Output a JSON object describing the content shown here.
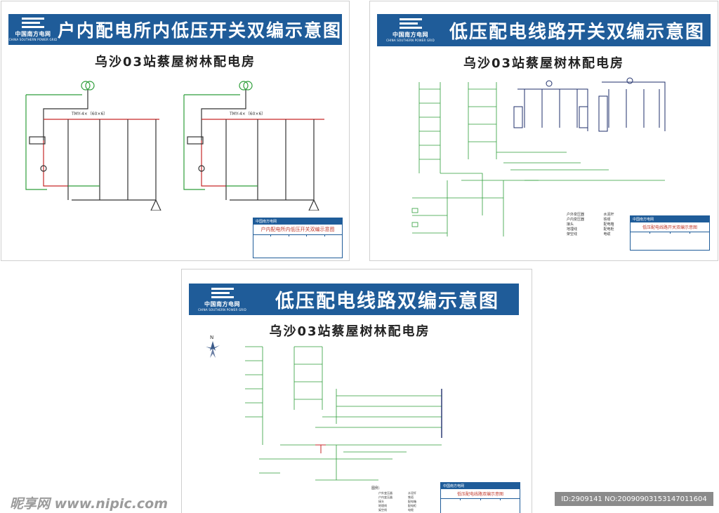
{
  "brand": {
    "name_cn": "中国南方电网",
    "name_en": "CHINA SOUTHERN POWER GRID"
  },
  "colors": {
    "banner": "#1f5c99",
    "green_line": "#2e9e3a",
    "red_line": "#c62828",
    "text": "#222222"
  },
  "panels": [
    {
      "title": "户内配电所内低压开关双编示意图",
      "subtitle": "乌沙03站蔡屋树林配电房",
      "busbar_label_1": "TMY-4×（60×6）",
      "busbar_label_2": "TMY-4×（60×6）",
      "legend_title": "户内配电所内低压开关双编示意图"
    },
    {
      "title": "低压配电线路开关双编示意图",
      "subtitle": "乌沙03站蔡屋树林配电房",
      "legend_title": "低压配电线路开关双编示意图",
      "legend_items": [
        "户外变压器",
        "户内变压器",
        "接头",
        "地埋线",
        "架空线",
        "水泥杆",
        "铁塔",
        "配电箱",
        "配电柜",
        "电缆"
      ]
    },
    {
      "title": "低压配电线路双编示意图",
      "subtitle": "乌沙03站蔡屋树林配电房",
      "compass": "N",
      "legend_heading": "图例：",
      "legend_title": "低压配电线路双编示意图",
      "legend_items": [
        "户外变压器",
        "户内变压器",
        "接头",
        "地埋线",
        "架空线",
        "水泥杆",
        "铁塔",
        "配电箱",
        "配电柜",
        "电缆"
      ]
    }
  ],
  "watermark": {
    "site": "昵享网 www.nipic.com",
    "id": "ID:2909141 NO:20090903153147011604"
  }
}
